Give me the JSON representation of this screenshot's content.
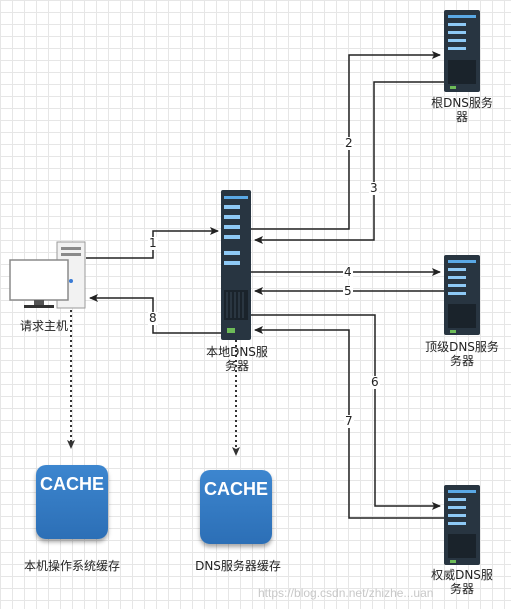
{
  "nodes": {
    "host": {
      "label": "请求主机"
    },
    "local_dns": {
      "label_line1": "本地DNS服",
      "label_line2": "务器"
    },
    "root_dns": {
      "label_line1": "根DNS服务",
      "label_line2": "器"
    },
    "tld_dns": {
      "label_line1": "顶级DNS服务",
      "label_line2": "务器"
    },
    "auth_dns": {
      "label_line1": "权威DNS服",
      "label_line2": "务器"
    }
  },
  "edges": [
    {
      "id": "1",
      "label": "1"
    },
    {
      "id": "2",
      "label": "2"
    },
    {
      "id": "3",
      "label": "3"
    },
    {
      "id": "4",
      "label": "4"
    },
    {
      "id": "5",
      "label": "5"
    },
    {
      "id": "6",
      "label": "6"
    },
    {
      "id": "7",
      "label": "7"
    },
    {
      "id": "8",
      "label": "8"
    }
  ],
  "caches": {
    "host_cache": {
      "icon_text": "CACHE",
      "label": "本机操作系统缓存"
    },
    "dns_cache": {
      "icon_text": "CACHE",
      "label": "DNS服务器缓存"
    }
  },
  "watermark": "https://blog.csdn.net/zhizhe...uan"
}
